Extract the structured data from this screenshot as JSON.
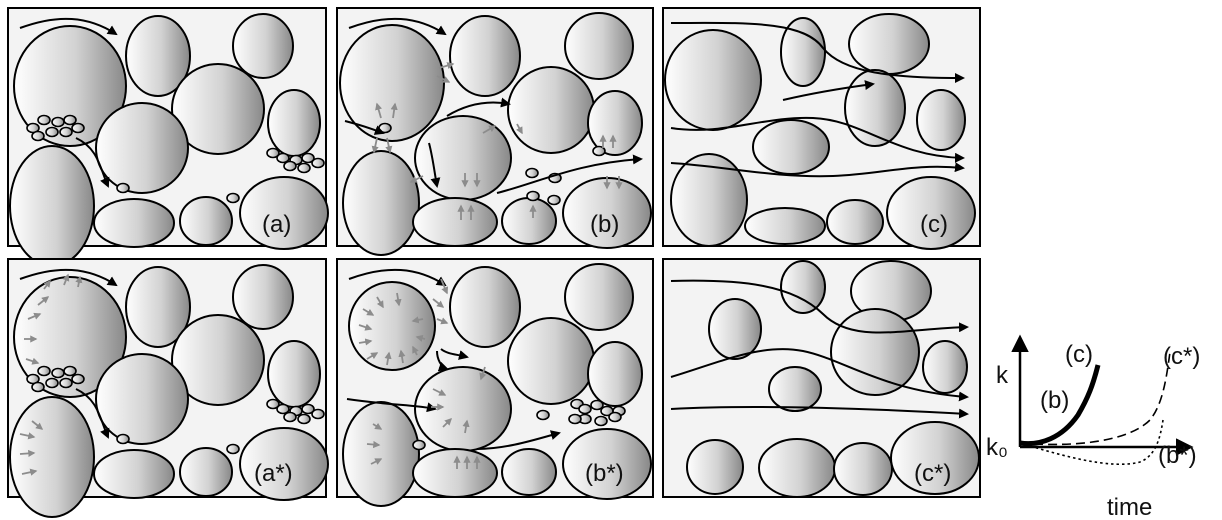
{
  "panels": [
    {
      "id": "a",
      "label": "(a)"
    },
    {
      "id": "b",
      "label": "(b)"
    },
    {
      "id": "c",
      "label": "(c)"
    },
    {
      "id": "a_star",
      "label": "(a*)"
    },
    {
      "id": "b_star",
      "label": "(b*)"
    },
    {
      "id": "c_star",
      "label": "(c*)"
    }
  ],
  "graph": {
    "y_label": "k",
    "x_label": "time",
    "origin_label": "k₀",
    "curves": [
      {
        "id": "b",
        "label": "(b)",
        "style": "thick-solid"
      },
      {
        "id": "c",
        "label": "(c)",
        "style": "thick-solid"
      },
      {
        "id": "b_star",
        "label": "(b*)",
        "style": "dotted"
      },
      {
        "id": "c_star",
        "label": "(c*)",
        "style": "dashed"
      }
    ]
  },
  "colors": {
    "frame": "#000000",
    "panel_bg": "#f3f3f3",
    "particle_light": "#ffffff",
    "particle_dark": "#8a8a8a",
    "arrow_gray": "#8c8c8c"
  }
}
